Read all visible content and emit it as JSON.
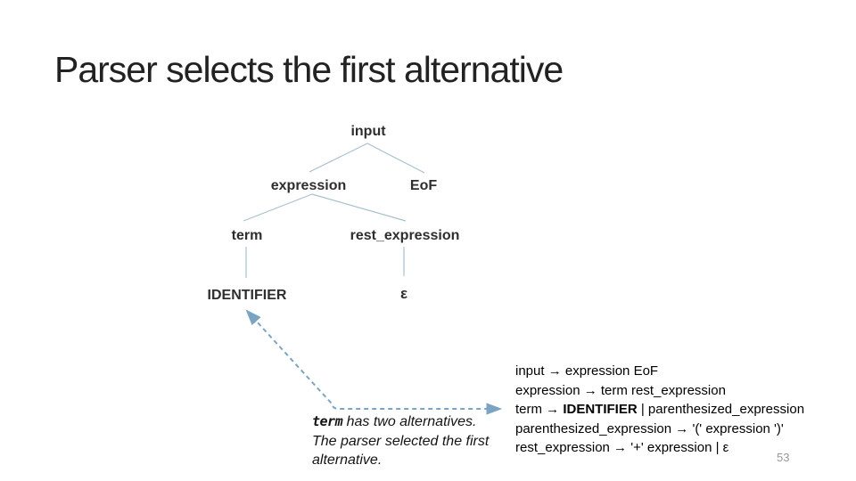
{
  "slide": {
    "title": "Parser selects the first alternative",
    "page_number": "53",
    "colors": {
      "tree_line": "#a8c0ce",
      "arrow": "#7ba4c2",
      "title_text": "#222222",
      "node_text": "#2e2e2e",
      "grammar_text": "#000000",
      "page_number_text": "#979797"
    },
    "tree": {
      "input": "input",
      "expression": "expression",
      "eof": "EoF",
      "term": "term",
      "rest_expression": "rest_expression",
      "identifier": "IDENTIFIER",
      "epsilon": "ε"
    },
    "note": {
      "term_word": "term",
      "line1_rest": " has two alternatives.",
      "line2": "The parser selected the first",
      "line3": "alternative."
    },
    "grammar": {
      "rule1": "input → expression EoF",
      "rule2": "expression → term rest_expression",
      "rule3_pre": "term → ",
      "rule3_bold": "IDENTIFIER",
      "rule3_post": " | parenthesized_expression",
      "rule4": "parenthesized_expression → '(' expression ')'",
      "rule5": "rest_expression → '+' expression | ε"
    }
  }
}
